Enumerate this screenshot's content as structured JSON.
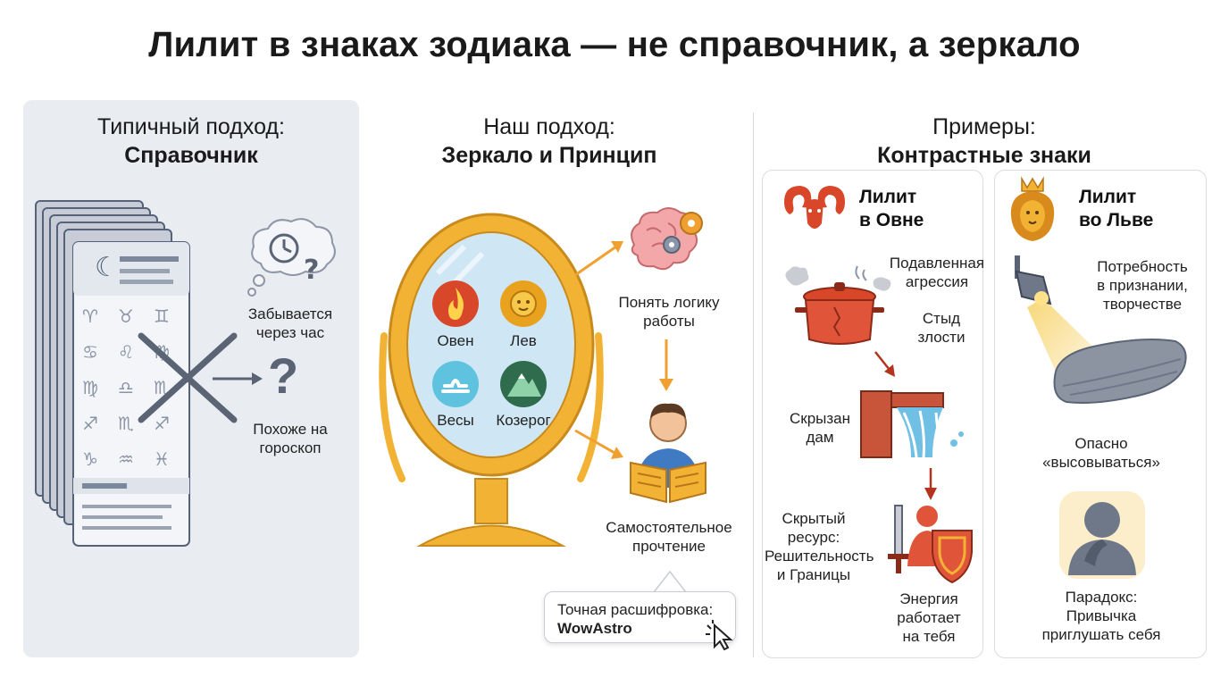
{
  "title": "Лилит в знаках зодиака — не справочник, а зеркало",
  "left": {
    "head_line1": "Типичный подход:",
    "head_line2": "Справочник",
    "thought_caption": "Забывается\nчерез час",
    "question_caption": "Похоже на\nгороскоп"
  },
  "middle": {
    "head_line1": "Наш подход:",
    "head_line2": "Зеркало и Принцип",
    "signs": [
      "Овен",
      "Лев",
      "Весы",
      "Козерог"
    ],
    "understand_caption": "Понять логику\nработы",
    "reading_caption": "Самостоятельное\nпрочтение",
    "cta_line1": "Точная расшифровка:",
    "cta_line2": "WowAstro"
  },
  "right": {
    "head_line1": "Примеры:",
    "head_line2": "Контрастные знаки",
    "aries": {
      "title": "Лилит\nв Овне",
      "suppressed": "Подавленная\nагрессия",
      "shame": "Стыд\nзлости",
      "dam": "Скрызан\nдам",
      "hidden": "Скрытый\nресурс:\nРешительность\nи Границы",
      "energy": "Энергия\nработает\nна тебя"
    },
    "leo": {
      "title": "Лилит\nво Льве",
      "need": "Потребность\nв признании,\nтворчестве",
      "danger": "Опасно\n«высовываться»",
      "paradox": "Парадокс:\nПривычка\nприглушать себя"
    }
  },
  "colors": {
    "accent_orange": "#f0a030",
    "mirror_gold": "#f2b234",
    "red": "#d9472b",
    "gray_panel": "#e9ecf1"
  }
}
